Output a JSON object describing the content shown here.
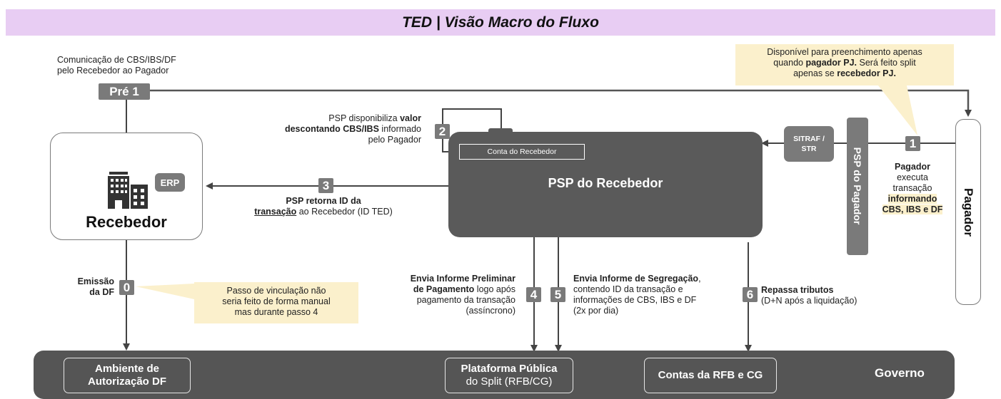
{
  "title": "TED | Visão Macro do Fluxo",
  "pre_note": {
    "line1": "Comunicação de CBS/IBS/DF",
    "line2": "pelo Recebedor ao Pagador"
  },
  "pre_label": "Pré 1",
  "top_note": {
    "l1": "Disponível para preenchimento apenas",
    "l2a": "quando ",
    "l2b": "pagador PJ.",
    "l2c": " Será feito split",
    "l3a": "apenas se ",
    "l3b": "recebedor PJ."
  },
  "recebedor": {
    "label": "Recebedor",
    "erp": "ERP"
  },
  "psp_recebedor": {
    "label": "PSP do Recebedor",
    "conta": "Conta do Recebedor"
  },
  "sitraf": "SITRAF / STR",
  "psp_pagador": "PSP do Pagador",
  "pagador": "Pagador",
  "step_labels": [
    "0",
    "1",
    "2",
    "3",
    "4",
    "5",
    "6"
  ],
  "step2_text": {
    "l1a": "PSP disponibiliza ",
    "l1b": "valor",
    "l2a": "descontando CBS/IBS",
    "l2b": " informado",
    "l3": "pelo Pagador"
  },
  "step3_text": {
    "l1": "PSP retorna ID da",
    "l2a": "transação",
    "l2b": " ao Recebedor (ID TED)"
  },
  "step1_text": {
    "l1": "Pagador",
    "l2": "executa",
    "l3": "transação",
    "l4": "informando",
    "l5": "CBS, IBS e DF"
  },
  "step0_text": {
    "l1": "Emissão",
    "l2": "da DF"
  },
  "step0_note": {
    "l1": "Passo de vinculação não",
    "l2": "seria feito de forma manual",
    "l3": "mas durante passo 4"
  },
  "step4_text": {
    "l1": "Envia Informe Preliminar",
    "l2a": "de Pagamento",
    "l2b": " logo após",
    "l3": "pagamento da transação",
    "l4": "(assíncrono)"
  },
  "step5_text": {
    "l1a": "Envia Informe de Segregação",
    "l1b": ",",
    "l2": "contendo ID da transação e",
    "l3": "informações de CBS, IBS e DF",
    "l4": "(2x por dia)"
  },
  "step6_text": {
    "l1": "Repassa tributos",
    "l2": "(D+N após a liquidação)"
  },
  "governo": {
    "label": "Governo",
    "ambiente": {
      "l1": "Ambiente de",
      "l2": "Autorização DF"
    },
    "plataforma": {
      "l1": "Plataforma Pública",
      "l2": "do Split (RFB/CG)"
    },
    "contas": "Contas da RFB e CG"
  },
  "colors": {
    "title_bg": "#e8cdf3",
    "dark_box": "#5a5a5a",
    "gray": "#7a7a7a",
    "note_bg": "#fbf0cc",
    "gov_bg": "#555555"
  }
}
